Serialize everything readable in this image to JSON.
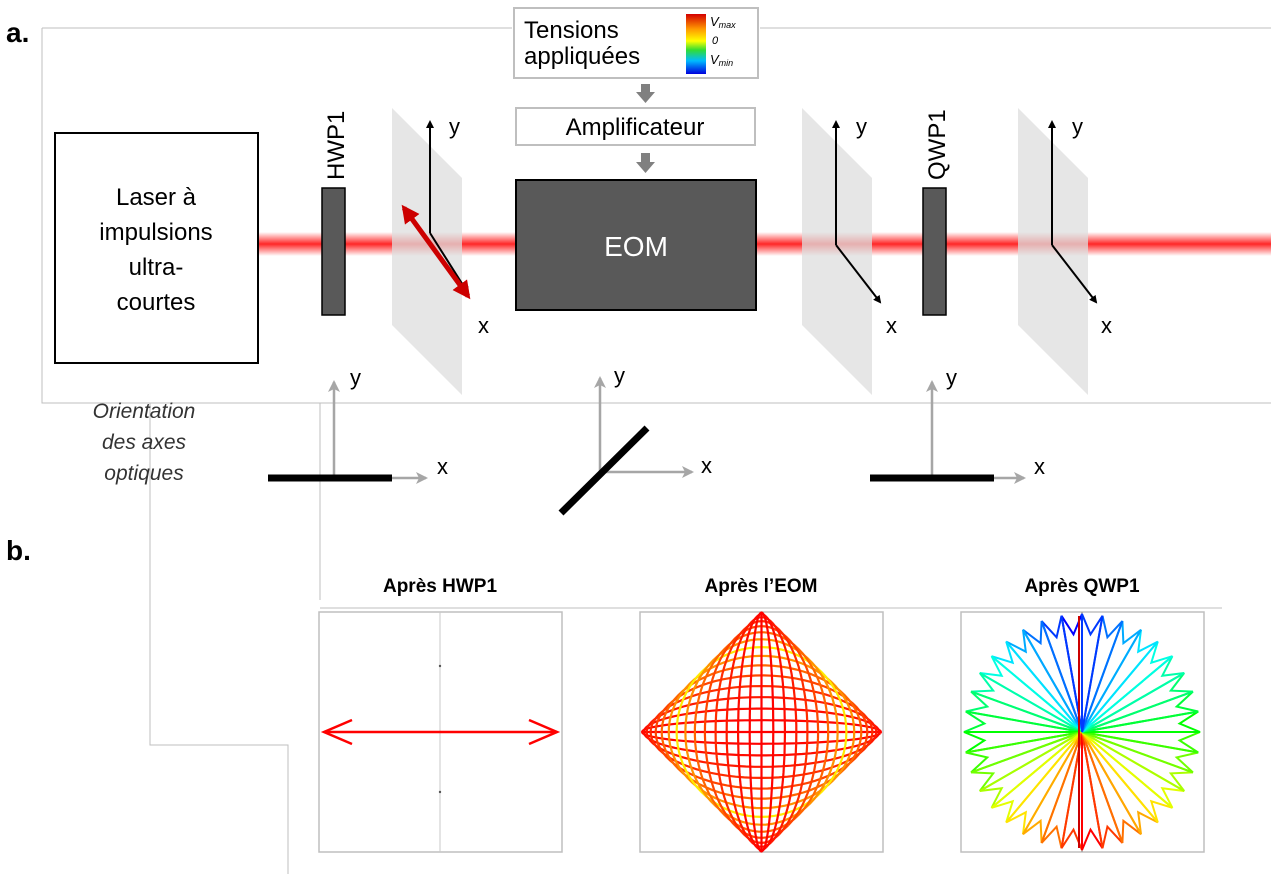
{
  "panel_a": {
    "label": "a.",
    "laser_lines": [
      "Laser à",
      "impulsions",
      "ultra-",
      "courtes"
    ],
    "hwp_label": "HWP1",
    "qwp_label": "QWP1",
    "eom_label": "EOM",
    "amplifier_label": "Amplificateur",
    "voltage_lines": [
      "Tensions",
      "appliquées"
    ],
    "voltage_scale": {
      "max": "V",
      "max_sub": "max",
      "zero": "0",
      "min": "V",
      "min_sub": "min"
    },
    "axis_x": "x",
    "axis_y": "y",
    "orientation_lines": [
      "Orientation",
      "des axes",
      "optiques"
    ],
    "colors": {
      "beam": "#ff1a1a",
      "polarisation": "#cc0000",
      "component": "#595959",
      "plane": "#e6e6e6",
      "arrow_grey": "#8c8c8c"
    }
  },
  "panel_b": {
    "label": "b.",
    "plots": [
      {
        "title": "Après HWP1",
        "pattern": "linear-horizontal"
      },
      {
        "title": "Après l’EOM",
        "pattern": "ellipses-diamond"
      },
      {
        "title": "Après QWP1",
        "pattern": "star-rotating"
      }
    ]
  }
}
